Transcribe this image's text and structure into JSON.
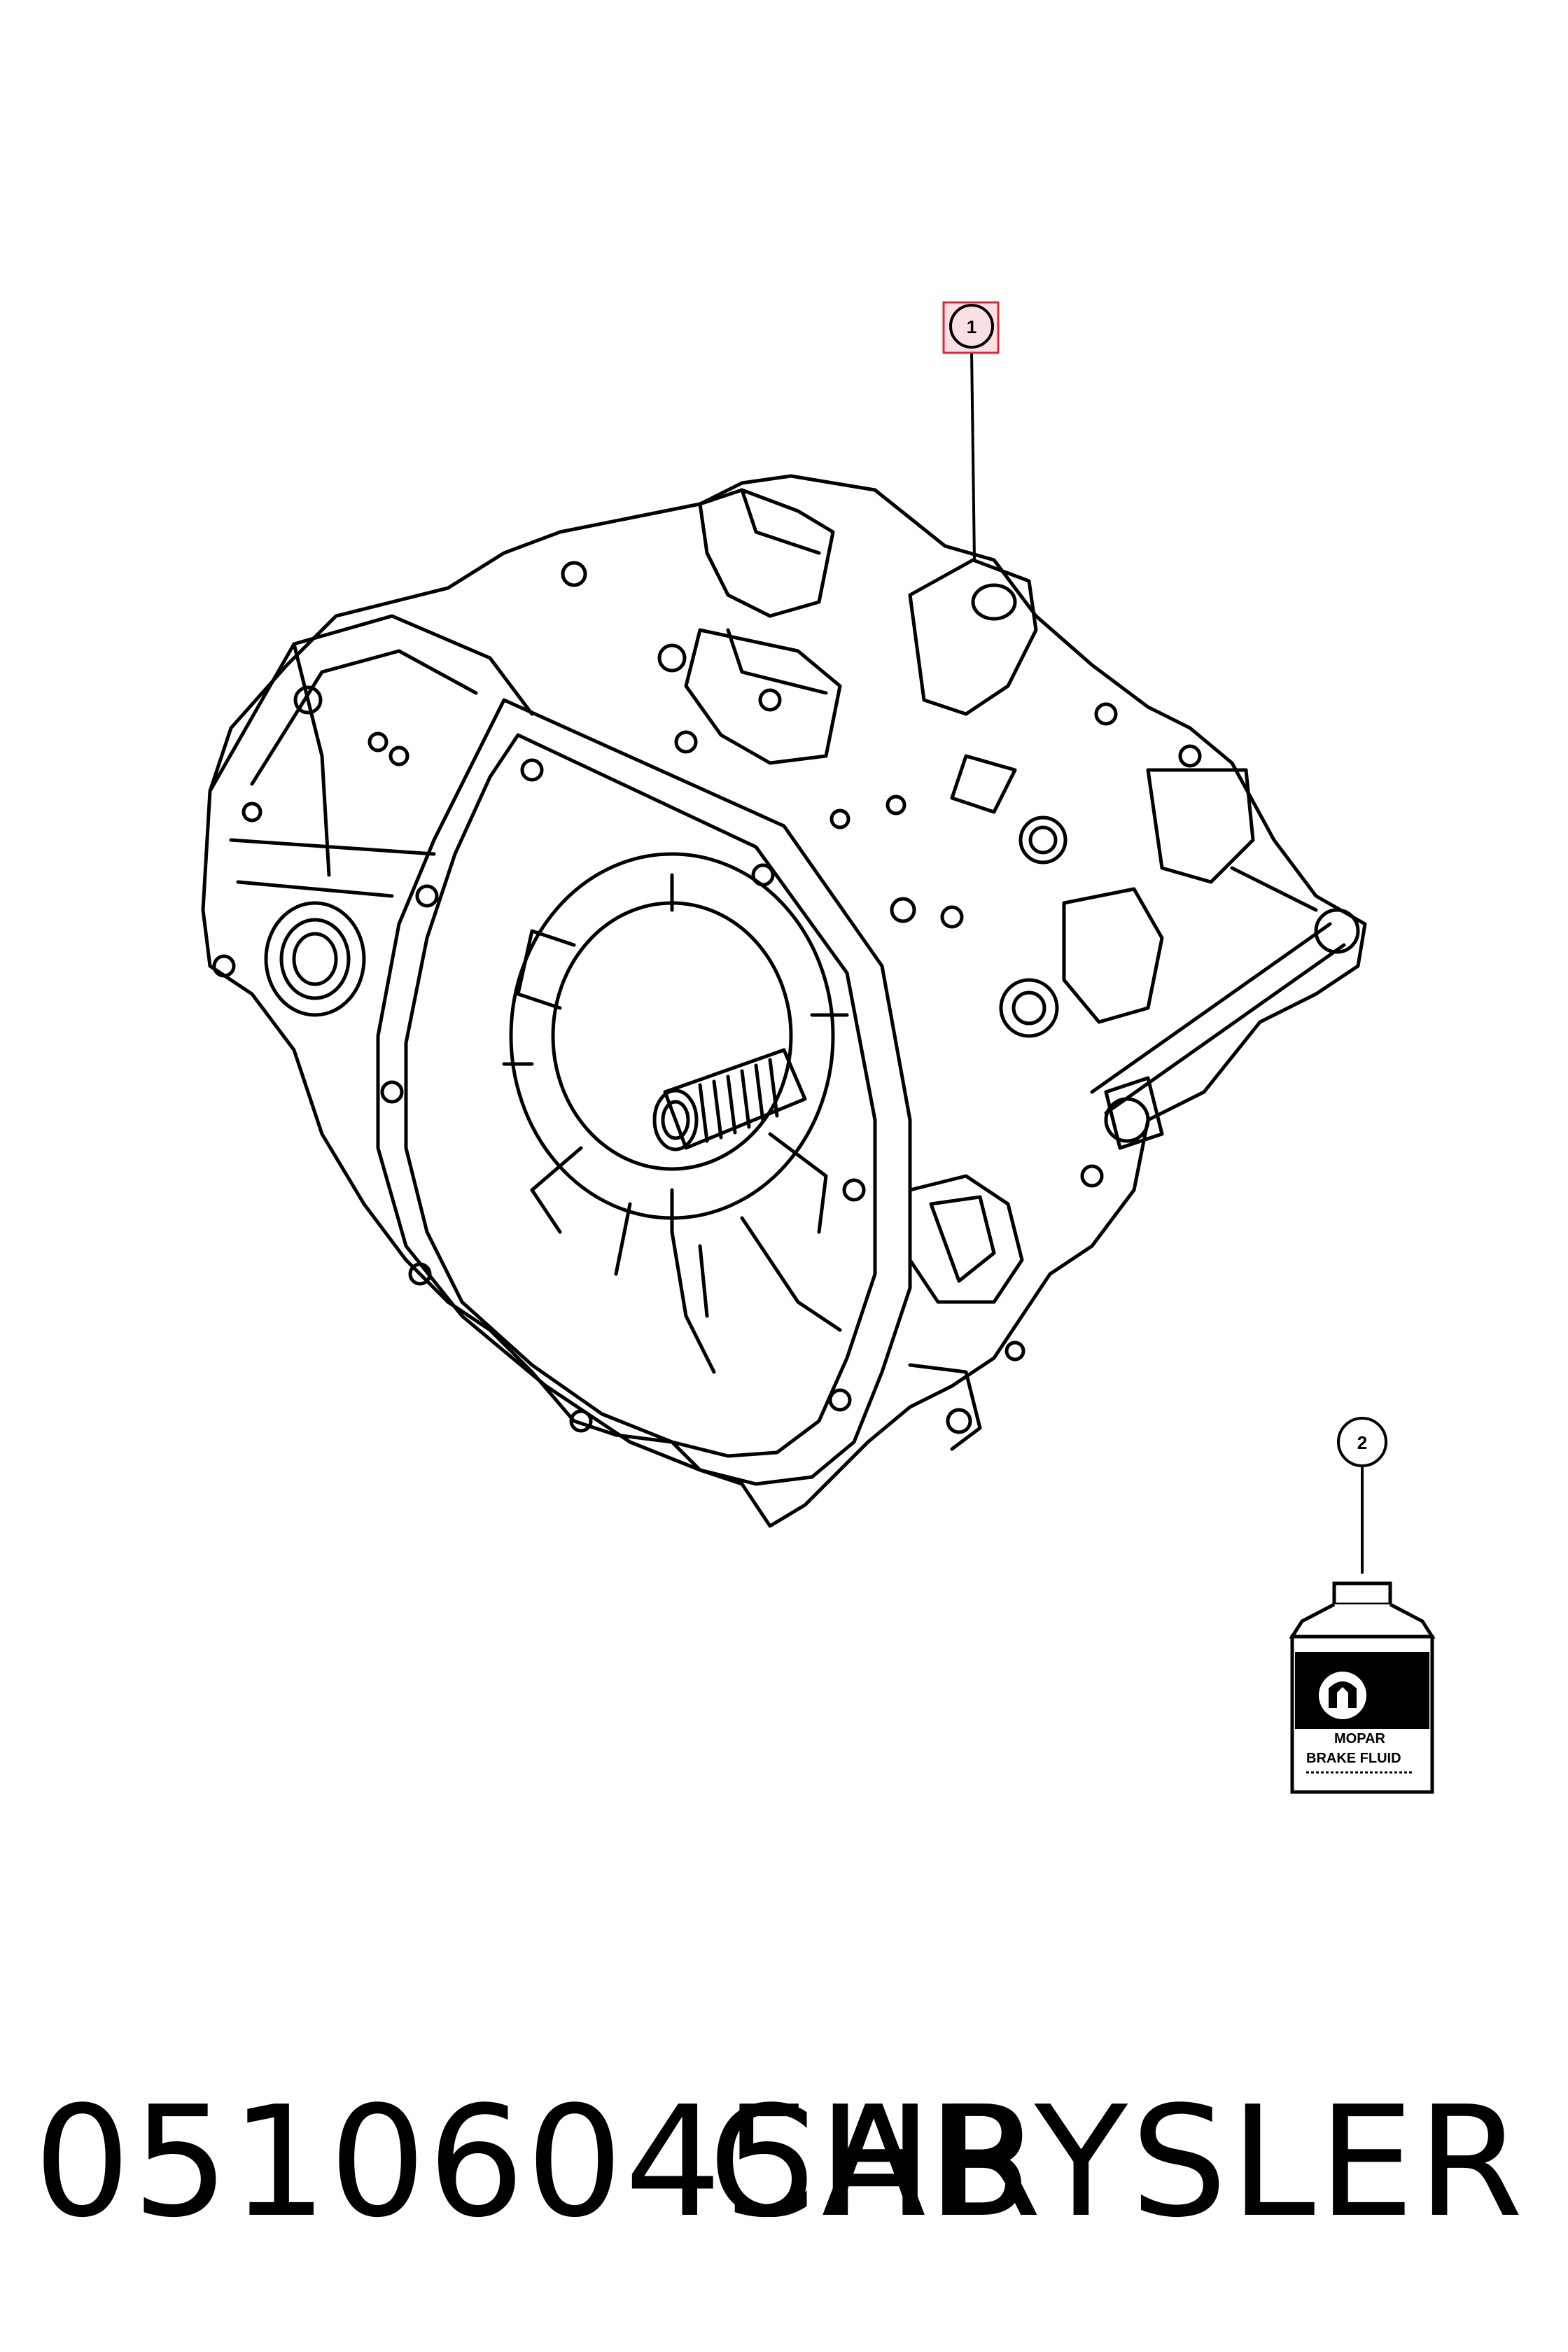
{
  "callouts": [
    {
      "number": "1",
      "highlight_color": "#e2263b"
    },
    {
      "number": "2"
    }
  ],
  "bottle": {
    "brand": "MOPAR",
    "product": "BRAKE FLUID"
  },
  "footer": {
    "part_number": "05106045AB",
    "brand": "CHRYSLER"
  }
}
